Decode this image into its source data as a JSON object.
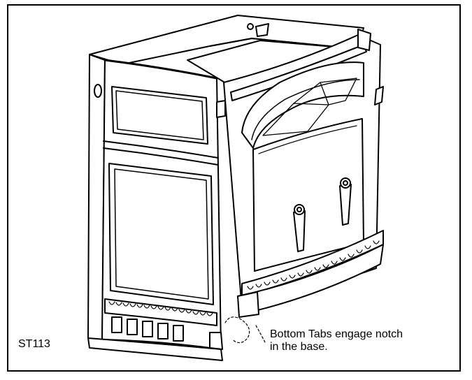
{
  "figure": {
    "code": "ST113",
    "callout": {
      "line1": "Bottom Tabs engage notch",
      "line2": "in the base."
    }
  },
  "colors": {
    "line": "#000000",
    "fill": "#ffffff",
    "shade": "#d9d9d9"
  }
}
